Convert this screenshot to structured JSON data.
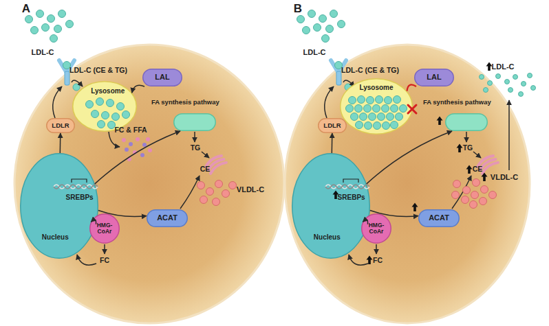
{
  "diagram": {
    "nodes": [
      {
        "text": [
          "Lysosome"
        ]
      },
      {
        "text": [
          "LAL"
        ]
      },
      {
        "text": [
          "LDLR"
        ]
      },
      {
        "text": [
          "FA synthesis pathway"
        ]
      },
      {
        "text": [
          "SREBPs",
          "Nucleus"
        ]
      },
      {
        "text": [
          "HMG-CoAr"
        ]
      },
      {
        "text": [
          "ACAT"
        ]
      },
      {
        "text": [
          "Lysosome"
        ]
      },
      {
        "text": [
          "LAL"
        ]
      },
      {
        "text": [
          "LDLR"
        ]
      },
      {
        "text": [
          "FA synthesis pathway"
        ]
      },
      {
        "text": [
          "SREBPs",
          "Nucleus"
        ]
      },
      {
        "text": [
          "HMG-CoAr"
        ]
      },
      {
        "text": [
          "ACAT"
        ]
      }
    ],
    "edges": [
      {
        "from": 1,
        "to": 0,
        "arrow": "to"
      },
      {
        "from": 4,
        "to": 2,
        "arrow": "to"
      },
      {
        "from": 4,
        "to": 5,
        "arrow": "to"
      },
      {
        "from": 4,
        "to": 6,
        "arrow": "to"
      },
      {
        "from": 4,
        "to": 3,
        "arrow": "to"
      },
      {
        "from": 8,
        "to": 7,
        "arrow": "none"
      },
      {
        "from": 11,
        "to": 9,
        "arrow": "to"
      },
      {
        "from": 11,
        "to": 12,
        "arrow": "to"
      },
      {
        "from": 11,
        "to": 13,
        "arrow": "to"
      },
      {
        "from": 11,
        "to": 10,
        "arrow": "to"
      }
    ],
    "labels": [
      "A",
      "LDL-C",
      "LDL-C (CE & TG)",
      "FC & FFA",
      "TG",
      "CE",
      "VLDL-C",
      "FC",
      "B",
      "LDL-C",
      "LDL-C (CE & TG)",
      "LDL-C",
      "TG",
      "CE",
      "VLDL-C",
      "FC"
    ]
  }
}
